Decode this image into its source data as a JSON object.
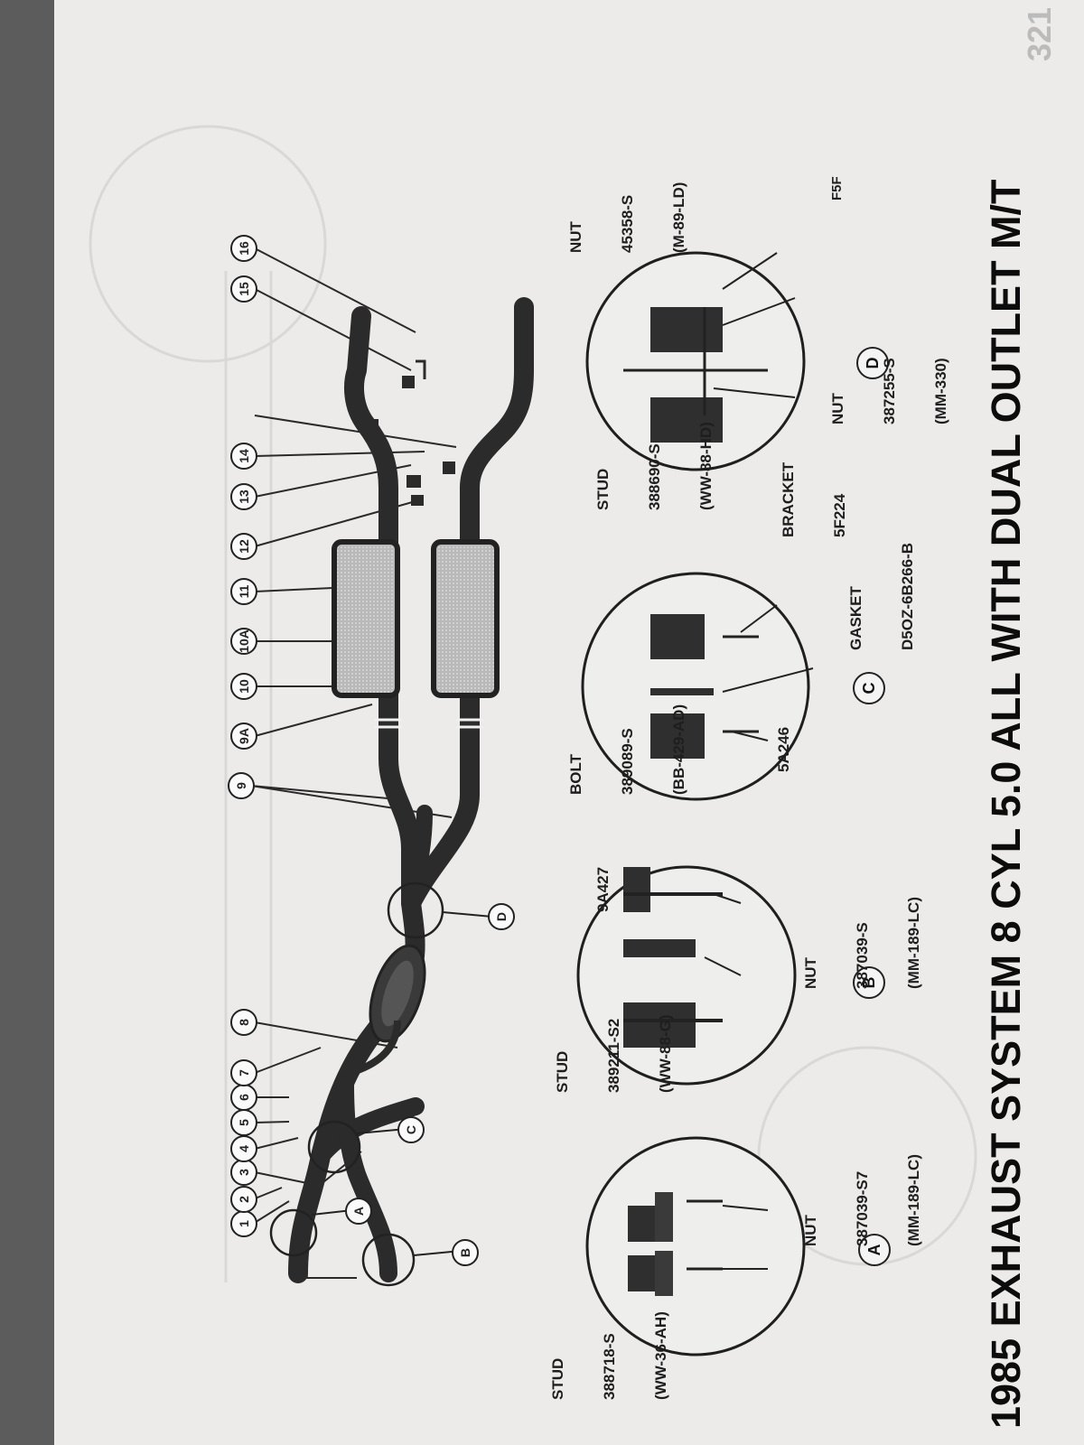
{
  "title": "1985 EXHAUST SYSTEM 8 CYL 5.0 ALL WITH DUAL OUTLET M/T",
  "page_number": "321",
  "figure_code": "F5F",
  "callouts": [
    "1",
    "2",
    "3",
    "4",
    "5",
    "6",
    "7",
    "8",
    "9",
    "9A",
    "10",
    "10A",
    "11",
    "12",
    "13",
    "14",
    "15",
    "16"
  ],
  "detail_markers": [
    "A",
    "B",
    "C",
    "D"
  ],
  "detail_views": [
    {
      "letter": "A",
      "parts": [
        {
          "name": "STUD",
          "number": "388718-S",
          "spec": "(WW-36-AH)"
        },
        {
          "name": "NUT",
          "number": "387039-S7",
          "spec": "(MM-189-LC)"
        }
      ]
    },
    {
      "letter": "B",
      "parts": [
        {
          "name": "STUD",
          "number": "389211-S2",
          "spec": "(WW-88-G)"
        },
        {
          "name": "",
          "number": "9A427",
          "spec": ""
        },
        {
          "name": "NUT",
          "number": "387039-S",
          "spec": "(MM-189-LC)"
        }
      ]
    },
    {
      "letter": "C",
      "parts": [
        {
          "name": "BOLT",
          "number": "389089-S",
          "spec": "(BB-429-AD)"
        },
        {
          "name": "",
          "number": "5A246",
          "spec": ""
        },
        {
          "name": "GASKET",
          "number": "D5OZ-6B266-B",
          "spec": ""
        },
        {
          "name": "BRACKET",
          "number": "5F224",
          "spec": ""
        },
        {
          "name": "STUD",
          "number": "388690-S",
          "spec": "(WW-88-HD)"
        }
      ]
    },
    {
      "letter": "D",
      "parts": [
        {
          "name": "NUT",
          "number": "387255-S",
          "spec": "(MM-330)"
        },
        {
          "name": "NUT",
          "number": "45358-S",
          "spec": "(M-89-LD)"
        }
      ]
    }
  ]
}
